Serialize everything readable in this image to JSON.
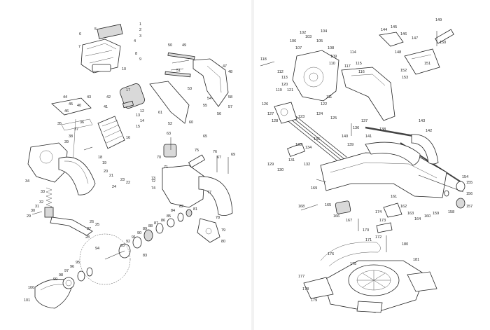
{
  "left_sheet": {
    "callouts": [
      {
        "id": "l1",
        "text": "1"
      },
      {
        "id": "l2",
        "text": "2"
      },
      {
        "id": "l3",
        "text": "3"
      },
      {
        "id": "l4",
        "text": "4"
      },
      {
        "id": "l5",
        "text": "5"
      },
      {
        "id": "l6",
        "text": "6"
      },
      {
        "id": "l7",
        "text": "7"
      },
      {
        "id": "l8",
        "text": "8"
      },
      {
        "id": "l9",
        "text": "9"
      },
      {
        "id": "l10",
        "text": "10"
      },
      {
        "id": "l12",
        "text": "12"
      },
      {
        "id": "l13",
        "text": "13"
      },
      {
        "id": "l14",
        "text": "14"
      },
      {
        "id": "l15",
        "text": "15"
      },
      {
        "id": "l16",
        "text": "16"
      },
      {
        "id": "l17",
        "text": "17"
      },
      {
        "id": "l18",
        "text": "18"
      },
      {
        "id": "l19",
        "text": "19"
      },
      {
        "id": "l20",
        "text": "20"
      },
      {
        "id": "l21",
        "text": "21"
      },
      {
        "id": "l22",
        "text": "22"
      },
      {
        "id": "l23",
        "text": "23"
      },
      {
        "id": "l24",
        "text": "24"
      },
      {
        "id": "l25",
        "text": "25"
      },
      {
        "id": "l26",
        "text": "26"
      },
      {
        "id": "l27",
        "text": "27"
      },
      {
        "id": "l28",
        "text": "28"
      },
      {
        "id": "l29",
        "text": "29"
      },
      {
        "id": "l30",
        "text": "30"
      },
      {
        "id": "l31",
        "text": "31"
      },
      {
        "id": "l32",
        "text": "32"
      },
      {
        "id": "l33",
        "text": "33"
      },
      {
        "id": "l34",
        "text": "34"
      },
      {
        "id": "l35",
        "text": "35"
      },
      {
        "id": "l36",
        "text": "36"
      },
      {
        "id": "l37",
        "text": "37"
      },
      {
        "id": "l38",
        "text": "38"
      },
      {
        "id": "l39",
        "text": "39"
      },
      {
        "id": "l40",
        "text": "40"
      },
      {
        "id": "l41",
        "text": "41"
      },
      {
        "id": "l42",
        "text": "42"
      },
      {
        "id": "l43",
        "text": "43"
      },
      {
        "id": "l44",
        "text": "44"
      },
      {
        "id": "l45",
        "text": "45"
      },
      {
        "id": "l46",
        "text": "46"
      },
      {
        "id": "l47",
        "text": "47"
      },
      {
        "id": "l48",
        "text": "48"
      },
      {
        "id": "l49",
        "text": "49"
      },
      {
        "id": "l50",
        "text": "50"
      },
      {
        "id": "l51",
        "text": "51"
      },
      {
        "id": "l52",
        "text": "52"
      },
      {
        "id": "l53",
        "text": "53"
      },
      {
        "id": "l54",
        "text": "54"
      },
      {
        "id": "l55",
        "text": "55"
      },
      {
        "id": "l56",
        "text": "56"
      },
      {
        "id": "l57",
        "text": "57"
      },
      {
        "id": "l58",
        "text": "58"
      },
      {
        "id": "l60",
        "text": "60"
      },
      {
        "id": "l61",
        "text": "61"
      },
      {
        "id": "l63",
        "text": "63"
      },
      {
        "id": "l65",
        "text": "65"
      },
      {
        "id": "l67",
        "text": "67"
      },
      {
        "id": "l69",
        "text": "69"
      },
      {
        "id": "l70",
        "text": "70"
      },
      {
        "id": "l71",
        "text": "71"
      },
      {
        "id": "l72",
        "text": "72"
      },
      {
        "id": "l73",
        "text": "73"
      },
      {
        "id": "l74",
        "text": "74"
      },
      {
        "id": "l75",
        "text": "75"
      },
      {
        "id": "l76",
        "text": "76"
      },
      {
        "id": "l77",
        "text": "77"
      },
      {
        "id": "l78",
        "text": "78"
      },
      {
        "id": "l79",
        "text": "79"
      },
      {
        "id": "l80",
        "text": "80"
      },
      {
        "id": "l81",
        "text": "81"
      },
      {
        "id": "l82",
        "text": "82"
      },
      {
        "id": "l83",
        "text": "83"
      },
      {
        "id": "l84",
        "text": "84"
      },
      {
        "id": "l85",
        "text": "85"
      },
      {
        "id": "l86",
        "text": "86"
      },
      {
        "id": "l87",
        "text": "87"
      },
      {
        "id": "l88",
        "text": "88"
      },
      {
        "id": "l89",
        "text": "89"
      },
      {
        "id": "l90",
        "text": "90"
      },
      {
        "id": "l91",
        "text": "91"
      },
      {
        "id": "l92",
        "text": "92"
      },
      {
        "id": "l93",
        "text": "93"
      },
      {
        "id": "l94",
        "text": "94"
      },
      {
        "id": "l95",
        "text": "95"
      },
      {
        "id": "l96",
        "text": "96"
      },
      {
        "id": "l97",
        "text": "97"
      },
      {
        "id": "l98",
        "text": "98"
      },
      {
        "id": "l99",
        "text": "99"
      },
      {
        "id": "l100",
        "text": "100"
      },
      {
        "id": "l101",
        "text": "101"
      }
    ]
  },
  "right_sheet": {
    "callouts": [
      {
        "id": "r102",
        "text": "102"
      },
      {
        "id": "r103",
        "text": "103"
      },
      {
        "id": "r104",
        "text": "104"
      },
      {
        "id": "r105",
        "text": "105"
      },
      {
        "id": "r106",
        "text": "106"
      },
      {
        "id": "r107",
        "text": "107"
      },
      {
        "id": "r108",
        "text": "108"
      },
      {
        "id": "r109",
        "text": "109"
      },
      {
        "id": "r110",
        "text": "110"
      },
      {
        "id": "r111",
        "text": "111"
      },
      {
        "id": "r112",
        "text": "112"
      },
      {
        "id": "r113",
        "text": "113"
      },
      {
        "id": "r114",
        "text": "114"
      },
      {
        "id": "r115",
        "text": "115"
      },
      {
        "id": "r116",
        "text": "116"
      },
      {
        "id": "r117",
        "text": "117"
      },
      {
        "id": "r118",
        "text": "118"
      },
      {
        "id": "r119",
        "text": "119"
      },
      {
        "id": "r120",
        "text": "120"
      },
      {
        "id": "r121",
        "text": "121"
      },
      {
        "id": "r122",
        "text": "122"
      },
      {
        "id": "r123",
        "text": "123"
      },
      {
        "id": "r124",
        "text": "124"
      },
      {
        "id": "r125",
        "text": "125"
      },
      {
        "id": "r126",
        "text": "126"
      },
      {
        "id": "r127",
        "text": "127"
      },
      {
        "id": "r128",
        "text": "128"
      },
      {
        "id": "r129",
        "text": "129"
      },
      {
        "id": "r130",
        "text": "130"
      },
      {
        "id": "r131",
        "text": "131"
      },
      {
        "id": "r132",
        "text": "132"
      },
      {
        "id": "r133",
        "text": "133"
      },
      {
        "id": "r134",
        "text": "134"
      },
      {
        "id": "r135",
        "text": "135"
      },
      {
        "id": "r136",
        "text": "136"
      },
      {
        "id": "r137",
        "text": "137"
      },
      {
        "id": "r138",
        "text": "138"
      },
      {
        "id": "r139",
        "text": "139"
      },
      {
        "id": "r140",
        "text": "140"
      },
      {
        "id": "r141",
        "text": "141"
      },
      {
        "id": "r142",
        "text": "142"
      },
      {
        "id": "r143",
        "text": "143"
      },
      {
        "id": "r144",
        "text": "144"
      },
      {
        "id": "r145",
        "text": "145"
      },
      {
        "id": "r146",
        "text": "146"
      },
      {
        "id": "r147",
        "text": "147"
      },
      {
        "id": "r148",
        "text": "148"
      },
      {
        "id": "r149",
        "text": "149"
      },
      {
        "id": "r150",
        "text": "150"
      },
      {
        "id": "r151",
        "text": "151"
      },
      {
        "id": "r152",
        "text": "152"
      },
      {
        "id": "r153",
        "text": "153"
      },
      {
        "id": "r154",
        "text": "154"
      },
      {
        "id": "r155",
        "text": "155"
      },
      {
        "id": "r156",
        "text": "156"
      },
      {
        "id": "r157",
        "text": "157"
      },
      {
        "id": "r158",
        "text": "158"
      },
      {
        "id": "r159",
        "text": "159"
      },
      {
        "id": "r160",
        "text": "160"
      },
      {
        "id": "r161",
        "text": "161"
      },
      {
        "id": "r162",
        "text": "162"
      },
      {
        "id": "r163",
        "text": "163"
      },
      {
        "id": "r164",
        "text": "164"
      },
      {
        "id": "r165",
        "text": "165"
      },
      {
        "id": "r166",
        "text": "166"
      },
      {
        "id": "r167",
        "text": "167"
      },
      {
        "id": "r168",
        "text": "168"
      },
      {
        "id": "r169",
        "text": "169"
      },
      {
        "id": "r170",
        "text": "170"
      },
      {
        "id": "r171",
        "text": "171"
      },
      {
        "id": "r172",
        "text": "172"
      },
      {
        "id": "r173",
        "text": "173"
      },
      {
        "id": "r174",
        "text": "174"
      },
      {
        "id": "r175",
        "text": "175"
      },
      {
        "id": "r176",
        "text": "176"
      },
      {
        "id": "r177",
        "text": "177"
      },
      {
        "id": "r178",
        "text": "178"
      },
      {
        "id": "r179",
        "text": "179"
      },
      {
        "id": "r180",
        "text": "180"
      },
      {
        "id": "r181",
        "text": "181"
      }
    ]
  },
  "colors": {
    "line": "#333333",
    "paper": "#ffffff",
    "shade": "#d9d9d9",
    "divider": "#f2f2f2"
  }
}
